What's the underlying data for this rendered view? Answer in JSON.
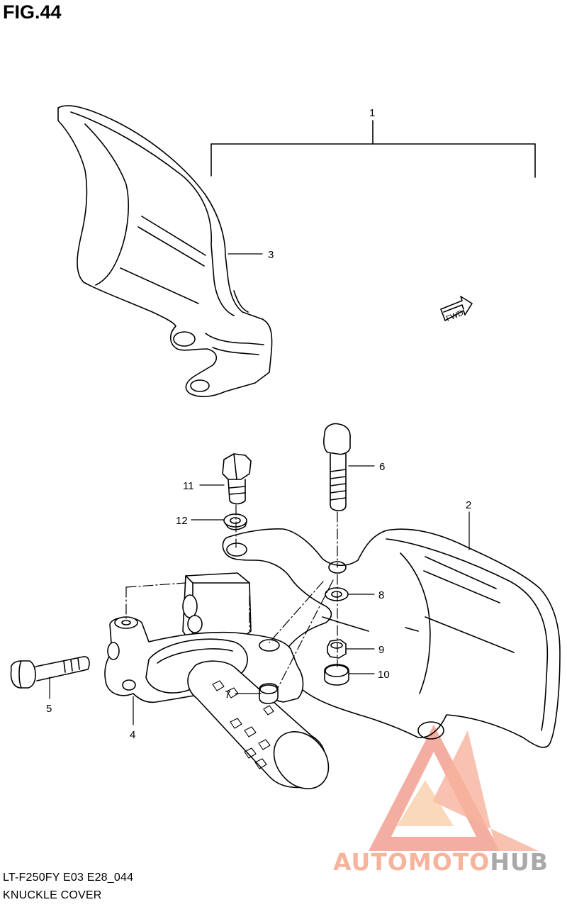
{
  "figure": {
    "title": "FIG.44",
    "footer_model": "LT-F250FY  E03  E28_044",
    "footer_name": "KNUCKLE COVER"
  },
  "part_callouts": [
    "1",
    "2",
    "3",
    "4",
    "5",
    "6",
    "7",
    "8",
    "9",
    "10",
    "11",
    "12"
  ],
  "direction_marker": "FWD",
  "watermark": {
    "text_part1": "AUTOMOTO",
    "text_part2": "HUB",
    "color_main": "#f2a090",
    "color_light": "#f7c8a0",
    "color_hub": "#a9a9a9"
  },
  "colors": {
    "line": "#000000",
    "background": "#ffffff"
  }
}
